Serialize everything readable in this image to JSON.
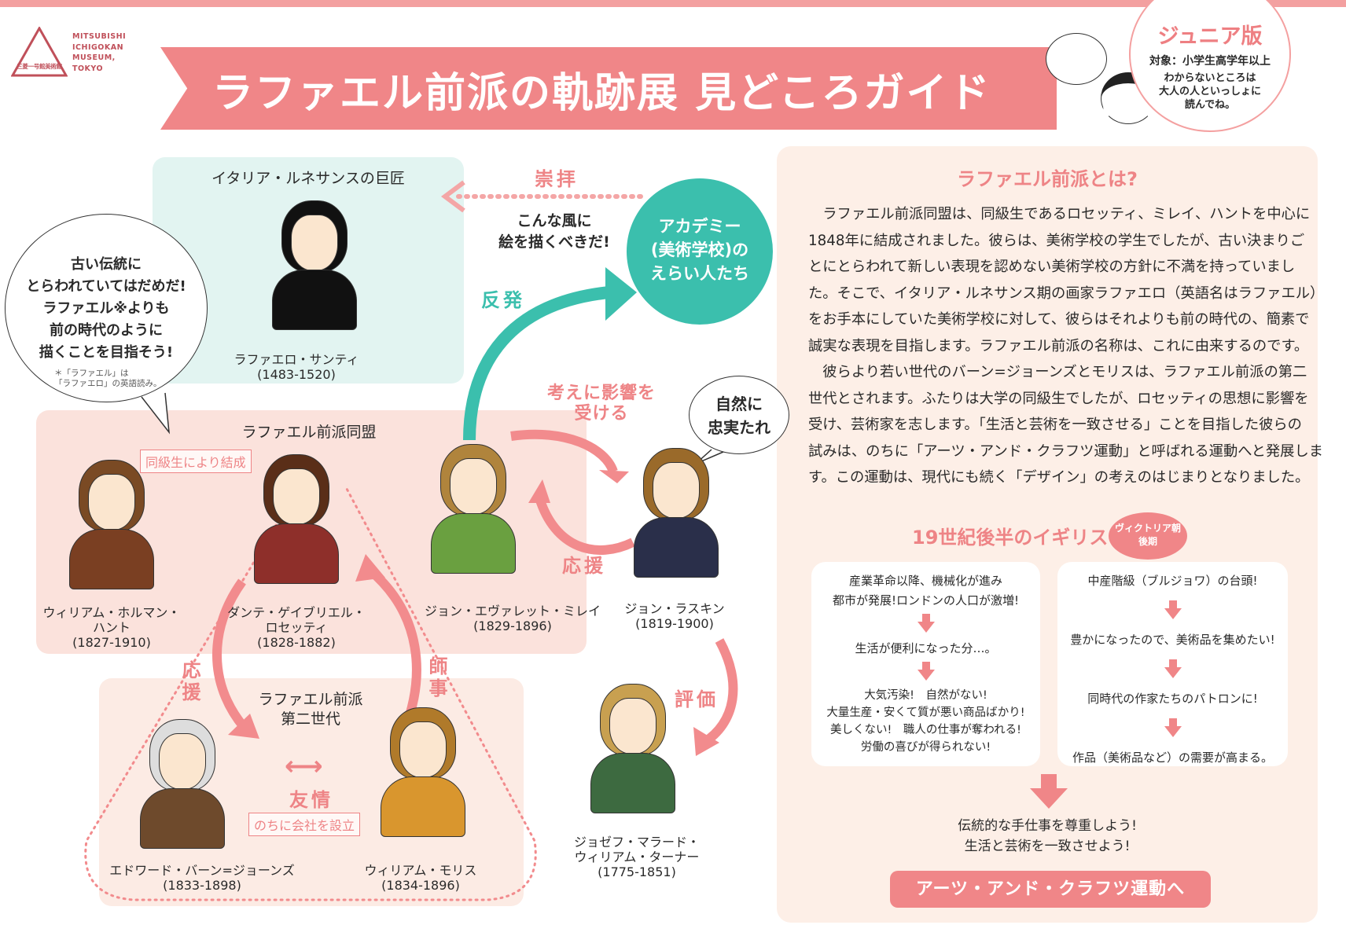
{
  "museum": {
    "lines": [
      "MITSUBISHI",
      "ICHIGOKAN",
      "MUSEUM,",
      "TOKYO"
    ],
    "mark_text": "三菱一号館美術館"
  },
  "title": "ラファエル前派の軌跡展 見どころガイド",
  "badge": {
    "title": "ジュニア版",
    "target": "対象：小学生高学年以上",
    "note": [
      "わからないところは",
      "大人の人といっしょに",
      "読んでね。"
    ]
  },
  "diagram": {
    "renaissance": {
      "heading": "イタリア・ルネサンスの巨匠",
      "name": "ラファエロ・サンティ",
      "years": "(1483-1520)"
    },
    "worship_label": "崇拝",
    "academy_quote": [
      "こんな風に",
      "絵を描くべきだ!"
    ],
    "academy": [
      "アカデミー",
      "(美術学校)の",
      "えらい人たち"
    ],
    "rebel_label": "反発",
    "bubble": [
      "古い伝統に",
      "とらわれていてはだめだ!",
      "ラファエル※よりも",
      "前の時代のように",
      "描くことを目指そう!"
    ],
    "bubble_note": [
      "＊「ラファエル」は",
      "「ラファエロ」の英語読み。"
    ],
    "brotherhood": {
      "heading": "ラファエル前派同盟",
      "tag": "同級生により結成"
    },
    "influence_label": [
      "考えに影響を",
      "受ける"
    ],
    "support_label": "応援",
    "nature_bubble": [
      "自然に",
      "忠実たれ"
    ],
    "evaluate_label": "評価",
    "gen2": {
      "heading": [
        "ラファエル前派",
        "第二世代"
      ],
      "support": "応援",
      "apprentice": "師事",
      "friendship": "友情",
      "company": "のちに会社を設立",
      "friend_arrow": "⟷"
    },
    "people": [
      {
        "name": [
          "ウィリアム・ホルマン・",
          "ハント"
        ],
        "years": "(1827-1910)"
      },
      {
        "name": [
          "ダンテ・ゲイブリエル・",
          "ロセッティ"
        ],
        "years": "(1828-1882)"
      },
      {
        "name": [
          "ジョン・エヴァレット・ミレイ"
        ],
        "years": "(1829-1896)"
      },
      {
        "name": [
          "ジョン・ラスキン"
        ],
        "years": "(1819-1900)"
      },
      {
        "name": [
          "エドワード・バーン=ジョーンズ"
        ],
        "years": "(1833-1898)"
      },
      {
        "name": [
          "ウィリアム・モリス"
        ],
        "years": "(1834-1896)"
      },
      {
        "name": [
          "ジョゼフ・マラード・",
          "ウィリアム・ターナー"
        ],
        "years": "(1775-1851)"
      }
    ]
  },
  "panel": {
    "title": "ラファエル前派とは?",
    "lines": [
      "　ラファエル前派同盟は、同級生であるロセッティ、ミレイ、ハントを中心に",
      "1848年に結成されました。彼らは、美術学校の学生でしたが、古い決まりご",
      "とにとらわれて新しい表現を認めない美術学校の方針に不満を持っていまし",
      "た。そこで、イタリア・ルネサンス期の画家ラファエロ（英語名はラファエル）",
      "をお手本にしていた美術学校に対して、彼らはそれよりも前の時代の、簡素で",
      "誠実な表現を目指します。ラファエル前派の名称は、これに由来するのです。",
      "　彼らより若い世代のバーン=ジョーンズとモリスは、ラファエル前派の第二",
      "世代とされます。ふたりは大学の同級生でしたが、ロセッティの思想に影響を",
      "受け、芸術家を志します。「生活と芸術を一致させる」ことを目指した彼らの",
      "試みは、のちに「アーツ・アンド・クラフツ運動」と呼ばれる運動へと発展しま",
      "す。この運動は、現代にも続く「デザイン」の考えのはじまりとなりました。"
    ],
    "subtitle": "19世紀後半のイギリス",
    "era": [
      "ヴィクトリア朝",
      "後期"
    ],
    "left_box": [
      [
        "産業革命以降、機械化が進み",
        "都市が発展!ロンドンの人口が激増!"
      ],
      [
        "生活が便利になった分…。"
      ],
      [
        "大気汚染!　自然がない!",
        "大量生産・安くて質が悪い商品ばかり!",
        "美しくない!　職人の仕事が奪われる!",
        "労働の喜びが得られない!"
      ]
    ],
    "right_box": [
      [
        "中産階級（ブルジョワ）の台頭!"
      ],
      [
        "豊かになったので、美術品を集めたい!"
      ],
      [
        "同時代の作家たちのパトロンに!"
      ],
      [
        "作品（美術品など）の需要が高まる。"
      ]
    ],
    "conclusion": [
      "伝統的な手仕事を尊重しよう!",
      "生活と芸術を一致させよう!"
    ],
    "cta": "アーツ・アンド・クラフツ運動へ"
  },
  "colors": {
    "pink": "#f08688",
    "teal": "#3bbfad",
    "teal_bg": "#e2f4f1",
    "pink_bg": "#fbe2dc",
    "panel_bg": "#fdefe7"
  }
}
